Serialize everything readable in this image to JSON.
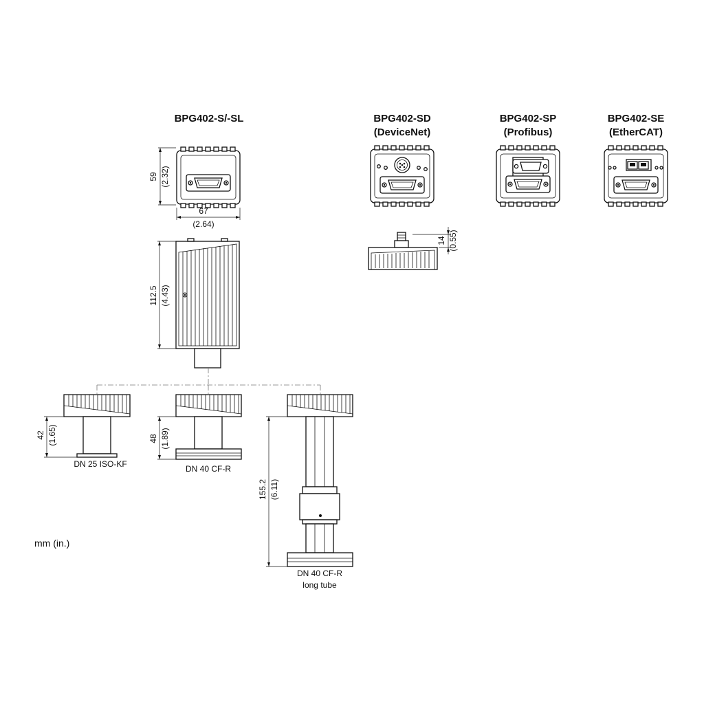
{
  "titles": {
    "s": "BPG402-S/-SL",
    "sd_line1": "BPG402-SD",
    "sd_line2": "(DeviceNet)",
    "sp_line1": "BPG402-SP",
    "sp_line2": "(Profibus)",
    "se_line1": "BPG402-SE",
    "se_line2": "(EtherCAT)"
  },
  "dimensions": {
    "front_height_mm": "59",
    "front_height_in": "(2.32)",
    "front_width_mm": "67",
    "front_width_in": "(2.64)",
    "body_height_mm": "112.5",
    "body_height_in": "(4.43)",
    "sd_conn_mm": "14",
    "sd_conn_in": "(0.55)",
    "kf_mm": "42",
    "kf_in": "(1.65)",
    "cf_mm": "48",
    "cf_in": "(1.89)",
    "long_mm": "155.2",
    "long_in": "(6.11)"
  },
  "flanges": {
    "kf": "DN 25 ISO-KF",
    "cf": "DN 40 CF-R",
    "long_line1": "DN 40 CF-R",
    "long_line2": "long tube"
  },
  "unit_note": "mm (in.)"
}
